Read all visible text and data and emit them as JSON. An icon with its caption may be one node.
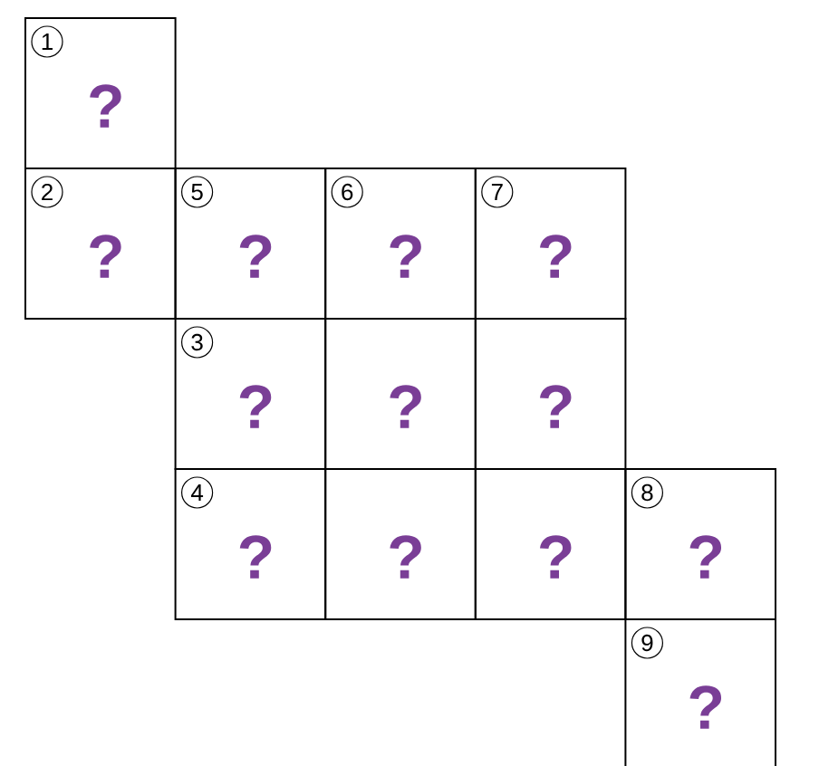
{
  "diagram": {
    "nodes": [
      {
        "text": [
          "1",
          "?"
        ]
      },
      {
        "text": [
          "2",
          "?"
        ]
      },
      {
        "text": [
          "5",
          "?"
        ]
      },
      {
        "text": [
          "6",
          "?"
        ]
      },
      {
        "text": [
          "7",
          "?"
        ]
      },
      {
        "text": [
          "3",
          "?"
        ]
      },
      {
        "text": [
          "?"
        ]
      },
      {
        "text": [
          "?"
        ]
      },
      {
        "text": [
          "4",
          "?"
        ]
      },
      {
        "text": [
          "?"
        ]
      },
      {
        "text": [
          "?"
        ]
      },
      {
        "text": [
          "8",
          "?"
        ]
      },
      {
        "text": [
          "9",
          "?"
        ]
      }
    ],
    "edges": []
  }
}
